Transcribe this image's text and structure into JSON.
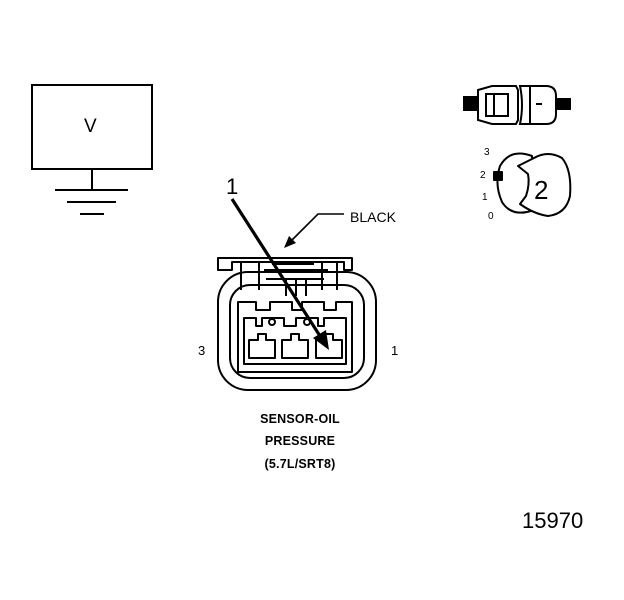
{
  "meter": {
    "symbol": "V"
  },
  "callout": {
    "pointer_number": "1",
    "wire_color": "BLACK"
  },
  "connector": {
    "pin_left": "3",
    "pin_right": "1",
    "caption": [
      "SENSOR-OIL",
      "PRESSURE",
      "(5.7L/SRT8)"
    ]
  },
  "key_icon": {
    "scale": [
      "3",
      "2",
      "1",
      "0"
    ],
    "badge": "2"
  },
  "figure_number": "15970"
}
